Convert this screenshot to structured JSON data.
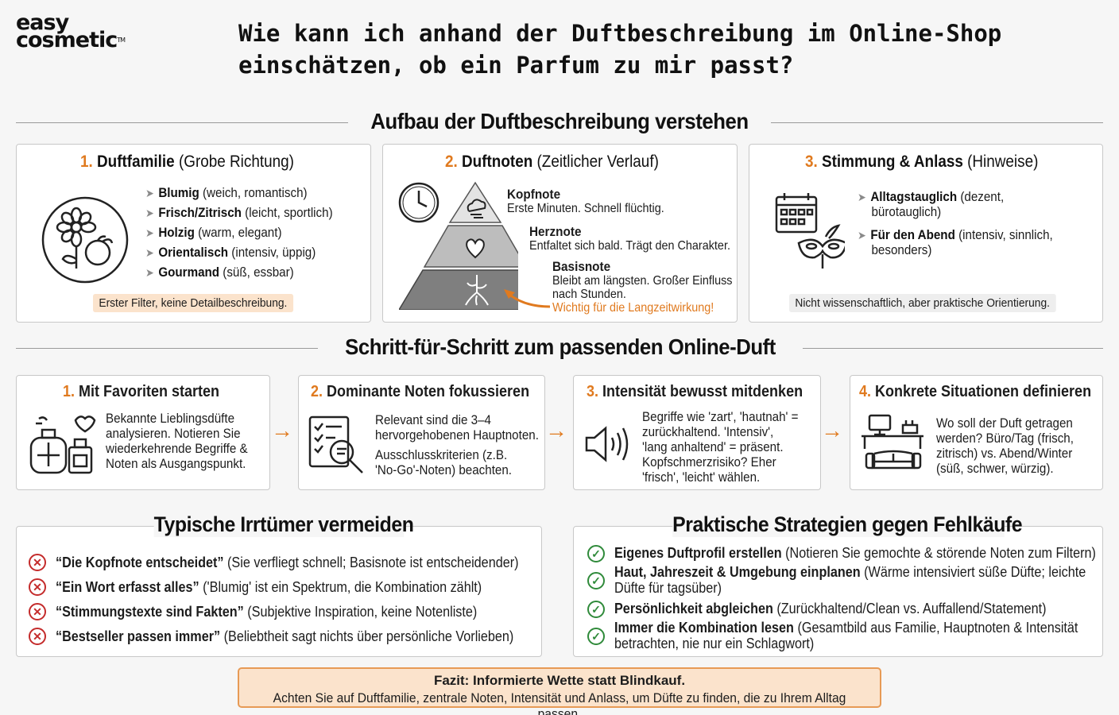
{
  "logo": {
    "line1": "easy",
    "line2": "cosmetic",
    "tm": "TM"
  },
  "title": "Wie kann ich anhand der Duftbeschreibung im Online-Shop einschätzen, ob ein Parfum zu mir passt?",
  "section1": "Aufbau der Duftbeschreibung verstehen",
  "card1": {
    "num": "1.",
    "title": "Duftfamilie",
    "sub": "(Grobe Richtung)",
    "items": [
      {
        "b": "Blumig",
        "t": " (weich, romantisch)"
      },
      {
        "b": "Frisch/Zitrisch",
        "t": " (leicht, sportlich)"
      },
      {
        "b": "Holzig",
        "t": " (warm, elegant)"
      },
      {
        "b": "Orientalisch",
        "t": " (intensiv, üppig)"
      },
      {
        "b": "Gourmand",
        "t": " (süß, essbar)"
      }
    ],
    "note": "Erster Filter, keine Detailbeschreibung."
  },
  "card2": {
    "num": "2.",
    "title": "Duftnoten",
    "sub": "(Zeitlicher Verlauf)",
    "kopf_b": "Kopfnote",
    "kopf_t": "Erste Minuten. Schnell flüchtig.",
    "herz_b": "Herznote",
    "herz_t": "Entfaltet sich bald. Trägt den Charakter.",
    "basis_b": "Basisnote",
    "basis_t1": "Bleibt am längsten. Großer Einfluss",
    "basis_t2": "nach Stunden.",
    "wichtig": "Wichtig für die Langzeitwirkung!"
  },
  "card3": {
    "num": "3.",
    "title": "Stimmung & Anlass",
    "sub": "(Hinweise)",
    "i1_b": "Alltagstauglich",
    "i1_t": " (dezent,",
    "i1_t2": "bürotauglich)",
    "i2_b": "Für den Abend",
    "i2_t": " (intensiv, sinnlich,",
    "i2_t2": "besonders)",
    "note": "Nicht wissenschaftlich, aber praktische Orientierung."
  },
  "section2": "Schritt-für-Schritt zum passenden Online-Duft",
  "steps": [
    {
      "num": "1.",
      "title": "Mit Favoriten starten",
      "lines": [
        "Bekannte Lieblingsdüfte",
        "analysieren. Notieren Sie",
        "wiederkehrende Begriffe &",
        "Noten als Ausgangspunkt."
      ]
    },
    {
      "num": "2.",
      "title": "Dominante Noten fokussieren",
      "lines": [
        "Relevant sind die 3–4",
        "hervorgehobenen Hauptnoten.",
        "Ausschlusskriterien (z.B.",
        "'No-Go'-Noten) beachten."
      ]
    },
    {
      "num": "3.",
      "title": "Intensität bewusst mitdenken",
      "lines": [
        "Begriffe wie 'zart', 'hautnah' =",
        "zurückhaltend. 'Intensiv',",
        "'lang anhaltend' = präsent.",
        "Kopfschmerzrisiko? Eher",
        "'frisch', 'leicht' wählen."
      ]
    },
    {
      "num": "4.",
      "title": "Konkrete Situationen definieren",
      "lines": [
        "Wo soll der Duft getragen",
        "werden? Büro/Tag (frisch,",
        "zitrisch) vs. Abend/Winter",
        "(süß, schwer, würzig)."
      ]
    }
  ],
  "errors": {
    "title": "Typische Irrtümer vermeiden",
    "items": [
      {
        "b": "“Die Kopfnote entscheidet”",
        "t": " (Sie verfliegt schnell; Basisnote ist entscheidender)"
      },
      {
        "b": "“Ein Wort erfasst alles”",
        "t": " ('Blumig' ist ein Spektrum, die Kombination zählt)"
      },
      {
        "b": "“Stimmungstexte sind Fakten”",
        "t": " (Subjektive Inspiration, keine Notenliste)"
      },
      {
        "b": "“Bestseller passen immer”",
        "t": " (Beliebtheit sagt nichts über persönliche Vorlieben)"
      }
    ]
  },
  "strategies": {
    "title": "Praktische Strategien gegen Fehlkäufe",
    "items": [
      {
        "b": "Eigenes Duftprofil erstellen",
        "t": " (Notieren Sie gemochte & störende Noten zum Filtern)",
        "t2": ""
      },
      {
        "b": "Haut, Jahreszeit & Umgebung einplanen",
        "t": " (Wärme intensiviert süße Düfte; leichte",
        "t2": "Düfte für tagsüber)"
      },
      {
        "b": "Persönlichkeit abgleichen",
        "t": " (Zurückhaltend/Clean vs. Auffallend/Statement)",
        "t2": ""
      },
      {
        "b": "Immer die Kombination lesen",
        "t": " (Gesamtbild aus Familie, Hauptnoten & Intensität",
        "t2": "betrachten, nie nur ein Schlagwort)"
      }
    ]
  },
  "fazit": {
    "t1": "Fazit: Informierte Wette statt Blindkauf.",
    "t2": "Achten Sie auf Duftfamilie, zentrale Noten, Intensität und Anlass, um Düfte zu finden, die zu Ihrem Alltag passen."
  },
  "icons": {
    "bullet": "arrow-bullet",
    "error": "x-circle-icon",
    "ok": "check-circle-icon"
  },
  "colors": {
    "accent": "#e07a1f",
    "error": "#c42b2b",
    "ok": "#2f8a3a",
    "note": "#fbe3cc"
  }
}
